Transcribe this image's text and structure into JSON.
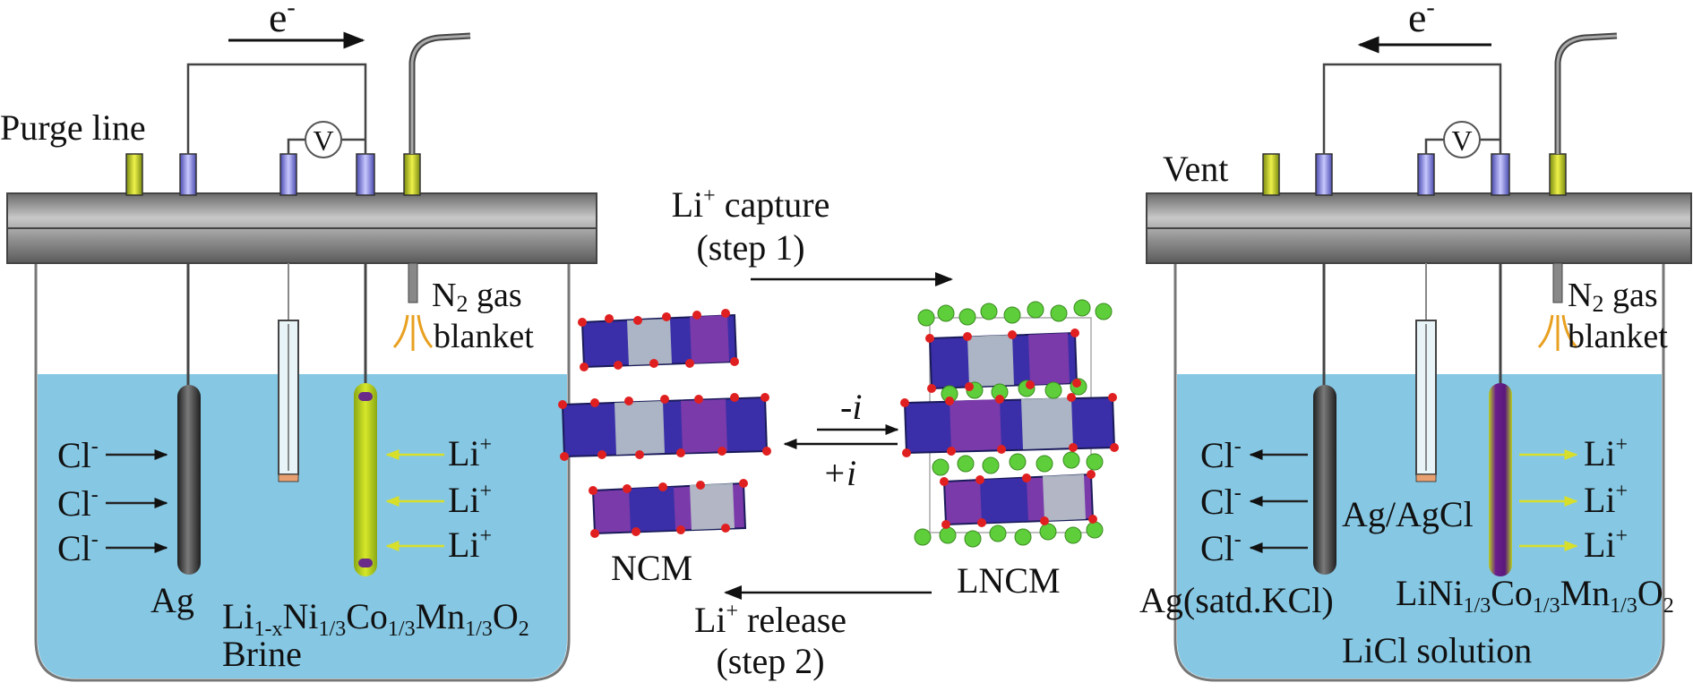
{
  "left_cell": {
    "electron_label": "e",
    "electron_sup": "-",
    "purge_label": "Purge line",
    "meter_label": "V",
    "gas_label_1": "N",
    "gas_label_sub": "2",
    "gas_label_2": " gas",
    "gas_label_3": "blanket",
    "ion_left": [
      "Cl",
      "Cl",
      "Cl"
    ],
    "ion_left_sup": "-",
    "ion_right": [
      "Li",
      "Li",
      "Li"
    ],
    "ion_right_sup": "+",
    "electrode_left_label": "Ag",
    "electrode_right_label": {
      "p1": "Li",
      "s1": "1-x",
      "p2": "Ni",
      "s2": "1/3",
      "p3": "Co",
      "s3": "1/3",
      "p4": "Mn",
      "s4": "1/3",
      "p5": "O",
      "s5": "2"
    },
    "solution_label": "Brine",
    "colors": {
      "solution": "#86C8E4",
      "plug_blue": "#8C8CE0",
      "plug_yellow": "#C8D21E"
    }
  },
  "center": {
    "capture_label_1": "Li",
    "capture_sup": "+",
    "capture_label_2": " capture",
    "capture_step": "(step 1)",
    "forward_current": "-i",
    "reverse_current": "+i",
    "left_material": "NCM",
    "right_material": "LNCM",
    "release_label_1": "Li",
    "release_sup": "+",
    "release_label_2": " release",
    "release_step": "(step 2)",
    "colors": {
      "octa_blue": "#3A2FA8",
      "octa_purple": "#7A3AAA",
      "octa_grey": "#B8C4C8",
      "oxygen": "#E02020",
      "lithium": "#5ECF3A"
    }
  },
  "right_cell": {
    "electron_label": "e",
    "electron_sup": "-",
    "vent_label": "Vent",
    "meter_label": "V",
    "gas_label_1": "N",
    "gas_label_sub": "2",
    "gas_label_2": " gas",
    "gas_label_3": "blanket",
    "ion_left": [
      "Cl",
      "Cl",
      "Cl"
    ],
    "ion_left_sup": "-",
    "ion_right": [
      "Li",
      "Li",
      "Li"
    ],
    "ion_right_sup": "+",
    "reference_label": "Ag/AgCl",
    "electrode_left_label": "Ag(satd.KCl)",
    "electrode_right_label": {
      "p1": "LiNi",
      "s1": "1/3",
      "p2": "Co",
      "s2": "1/3",
      "p3": "Mn",
      "s3": "1/3",
      "p4": "O",
      "s4": "2"
    },
    "solution_label": "LiCl solution"
  }
}
